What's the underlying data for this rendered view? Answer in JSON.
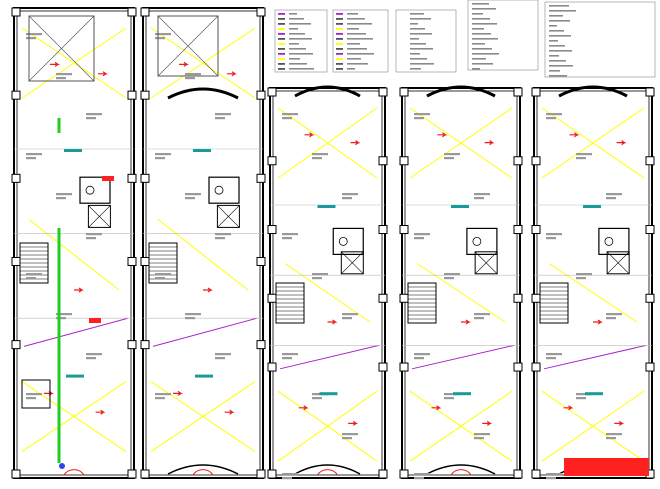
{
  "drawing": {
    "floor_plans": [
      {
        "id": "ground"
      },
      {
        "id": "first"
      },
      {
        "id": "second"
      },
      {
        "id": "third"
      },
      {
        "id": "roof"
      }
    ],
    "legend_tables": [
      {
        "id": "legend-1"
      },
      {
        "id": "legend-2"
      },
      {
        "id": "legend-3"
      },
      {
        "id": "title-block"
      },
      {
        "id": "notes"
      }
    ]
  },
  "colors": {
    "wall": "#000000",
    "dim_text": "#999999",
    "lighting_circuit": "#ffff00",
    "power_circuit": "#aa22cc",
    "switch_marker": "#ee1c1c",
    "label_teal": "#1a9a9a",
    "rebar_green": "#22cc22",
    "hatch_red": "#ff2020",
    "blue_marker": "#3344ee"
  }
}
